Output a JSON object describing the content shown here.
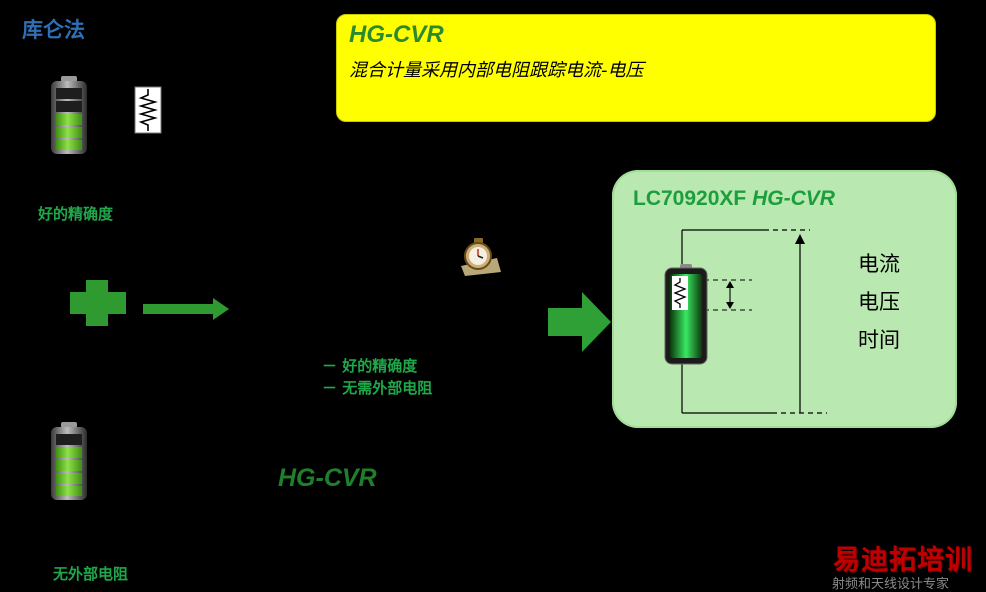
{
  "page_title": "库仑法",
  "top_box": {
    "title": "HG-CVR",
    "subtitle": "混合计量采用内部电阻跟踪电流-电压",
    "color": "#ffff00"
  },
  "left_top": {
    "caption": "好的精确度",
    "battery_icon": "battery-full-icon",
    "resistor_icon": "resistor-icon"
  },
  "middle": {
    "bullets": [
      "－ 好的精确度",
      "－ 无需外部电阻"
    ],
    "method_label": "HG-CVR",
    "stopwatch_icon": "stopwatch-icon"
  },
  "left_bottom": {
    "caption": "无外部电阻",
    "battery_icon": "battery-icon"
  },
  "panel": {
    "model": "LC70920XF",
    "mode": "HG-CVR",
    "labels": [
      "电流",
      "电压",
      "时间"
    ],
    "color": "#b9e8b1"
  },
  "watermark": {
    "main": "易迪拓培训",
    "sub": "射频和天线设计专家"
  },
  "colors": {
    "accent_green": "#1fa84a",
    "title_blue": "#2e6fb5"
  }
}
